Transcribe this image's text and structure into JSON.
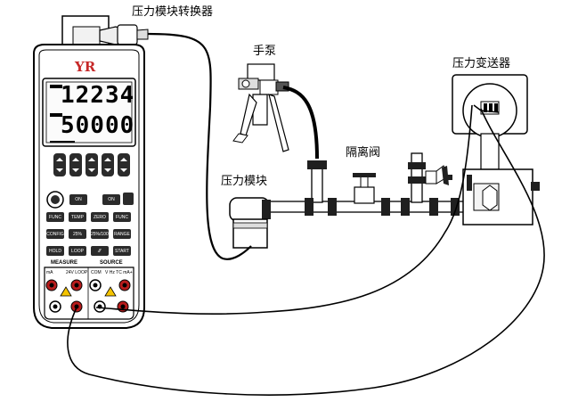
{
  "labels": {
    "pressure_module_converter": "压力模块转换器",
    "hand_pump": "手泵",
    "pressure_transmitter": "压力变送器",
    "isolation_valve": "隔离阀",
    "pressure_module": "压力模块"
  },
  "calibrator": {
    "brand": "YR",
    "display_top": "12234",
    "display_bottom": "50000",
    "keys": [
      {
        "label": "ON"
      },
      {
        "label": "ON"
      },
      {
        "label": "FUNC"
      },
      {
        "label": "TEMP"
      },
      {
        "label": "ZERO"
      },
      {
        "label": "FUNC"
      },
      {
        "label": "CONFIG"
      },
      {
        "label": "25%"
      },
      {
        "label": "25%/100%"
      },
      {
        "label": "RANGE"
      },
      {
        "label": "HOLD"
      },
      {
        "label": "LOOP"
      },
      {
        "label": "⁄⁄⁄"
      },
      {
        "label": "START"
      }
    ],
    "measure_label": "MEASURE",
    "source_label": "SOURCE",
    "jack_labels": [
      "mA",
      "24V LOOP",
      "COM",
      "V Hz TC mA+"
    ]
  },
  "colors": {
    "line": "#000000",
    "brand": "#c62828",
    "key": "#2b2b2b",
    "jack_red": "#b71c1c"
  }
}
